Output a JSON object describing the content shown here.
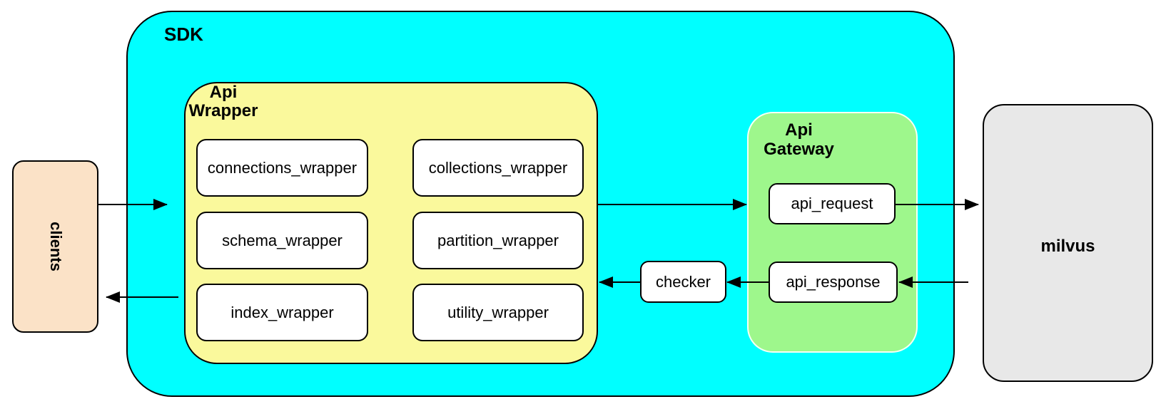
{
  "diagram": {
    "clients": {
      "label": "clients",
      "fill": "#FBE2C7"
    },
    "sdk": {
      "label": "SDK",
      "fill": "#00FFFF"
    },
    "api_wrapper": {
      "label_lines": [
        "Api",
        "Wrapper"
      ],
      "fill": "#FAF99C",
      "modules": [
        "connections_wrapper",
        "collections_wrapper",
        "schema_wrapper",
        "partition_wrapper",
        "index_wrapper",
        "utility_wrapper"
      ]
    },
    "checker": {
      "label": "checker",
      "fill": "#FFFFFF"
    },
    "api_gateway": {
      "label_lines": [
        "Api",
        "Gateway"
      ],
      "fill": "#9EF78C",
      "nodes": [
        "api_request",
        "api_response"
      ]
    },
    "milvus": {
      "label": "milvus",
      "fill": "#E8E8E8"
    },
    "arrows": [
      {
        "from": "clients",
        "to": "api_wrapper"
      },
      {
        "from": "api_wrapper",
        "to": "api_gateway"
      },
      {
        "from": "api_request",
        "to": "milvus"
      },
      {
        "from": "milvus",
        "to": "api_response"
      },
      {
        "from": "api_response",
        "to": "checker"
      },
      {
        "from": "checker",
        "to": "api_wrapper"
      },
      {
        "from": "api_wrapper",
        "to": "clients"
      }
    ],
    "colors": {
      "border": "#000000",
      "node_fill": "#FFFFFF",
      "background": "#FFFFFF"
    }
  }
}
